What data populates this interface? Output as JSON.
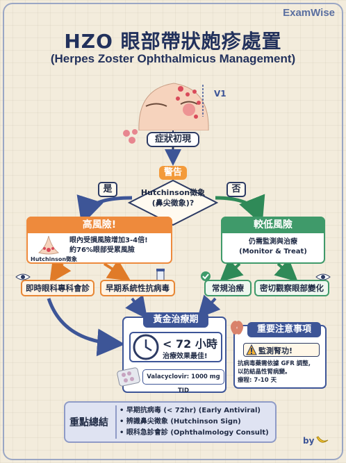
{
  "brand": "ExamWise",
  "title": "HZO 眼部帶狀皰疹處置",
  "subtitle": "(Herpes Zoster Ophthalmicus Management)",
  "face_label": "V1",
  "symptom_label": "症狀初現",
  "warning_label": "警告",
  "decision": {
    "line1": "Hutchinson徵象",
    "line2": "(鼻尖徵象)?"
  },
  "yes_label": "是",
  "no_label": "否",
  "high_risk": {
    "title": "高風險!",
    "line1": "眼內受損風險增加3-4倍!",
    "line2": "約76%眼部受累風險",
    "nose_caption": "Hutchinson徵象",
    "action1": "即時眼科專科會診",
    "action2": "早期系統性抗病毒"
  },
  "low_risk": {
    "title": "較低風險",
    "line1": "仍需監測與治療",
    "line2": "(Monitor & Treat)",
    "action1": "常規治療",
    "action2": "密切觀察眼部變化"
  },
  "golden": {
    "title": "黃金治療期",
    "time": "< 72 小時",
    "effect": "治療效果最佳!",
    "drug": "Valacyclovir: 1000 mg TID"
  },
  "notes": {
    "title": "重要注意事項",
    "monitor": "監測腎功!",
    "line1": "抗病毒藥需依據 GFR 調整,",
    "line2": "以防結晶性腎病變。",
    "line3": "療程: 7-10 天"
  },
  "summary": {
    "label": "重點總結",
    "items": [
      "• 早期抗病毒 (< 72hr) (Early Antiviral)",
      "• 辨識鼻尖徵象 (Hutchinson Sign)",
      "• 眼科急診會診 (Ophthalmology Consult)"
    ]
  },
  "signature": "by",
  "colors": {
    "navy": "#22315c",
    "orange": "#ee8a3c",
    "green": "#3f9a6a",
    "blue": "#3d5597"
  },
  "icons": [
    "eye-icon",
    "pill-bottle-icon",
    "check-icon",
    "clock-icon",
    "pill-pack-icon",
    "kidney-icon",
    "warning-icon",
    "banana-icon"
  ]
}
